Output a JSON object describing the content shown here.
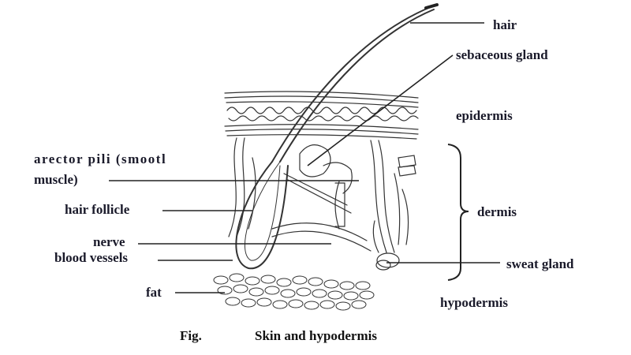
{
  "figure": {
    "caption_prefix": "Fig.",
    "caption_title": "Skin and hypodermis"
  },
  "labels": {
    "hair": "hair",
    "sebaceous_gland": "sebaceous gland",
    "epidermis": "epidermis",
    "arrector_pili_line1": "arector pili (smootl",
    "arrector_pili_line2": "muscle)",
    "hair_follicle": "hair follicle",
    "dermis": "dermis",
    "nerve": "nerve",
    "blood_vessels": "blood vessels",
    "sweat_gland": "sweat gland",
    "fat": "fat",
    "hypodermis": "hypodermis"
  },
  "colors": {
    "ink": "#1a1a2a",
    "line": "#222222",
    "background": "#ffffff"
  }
}
